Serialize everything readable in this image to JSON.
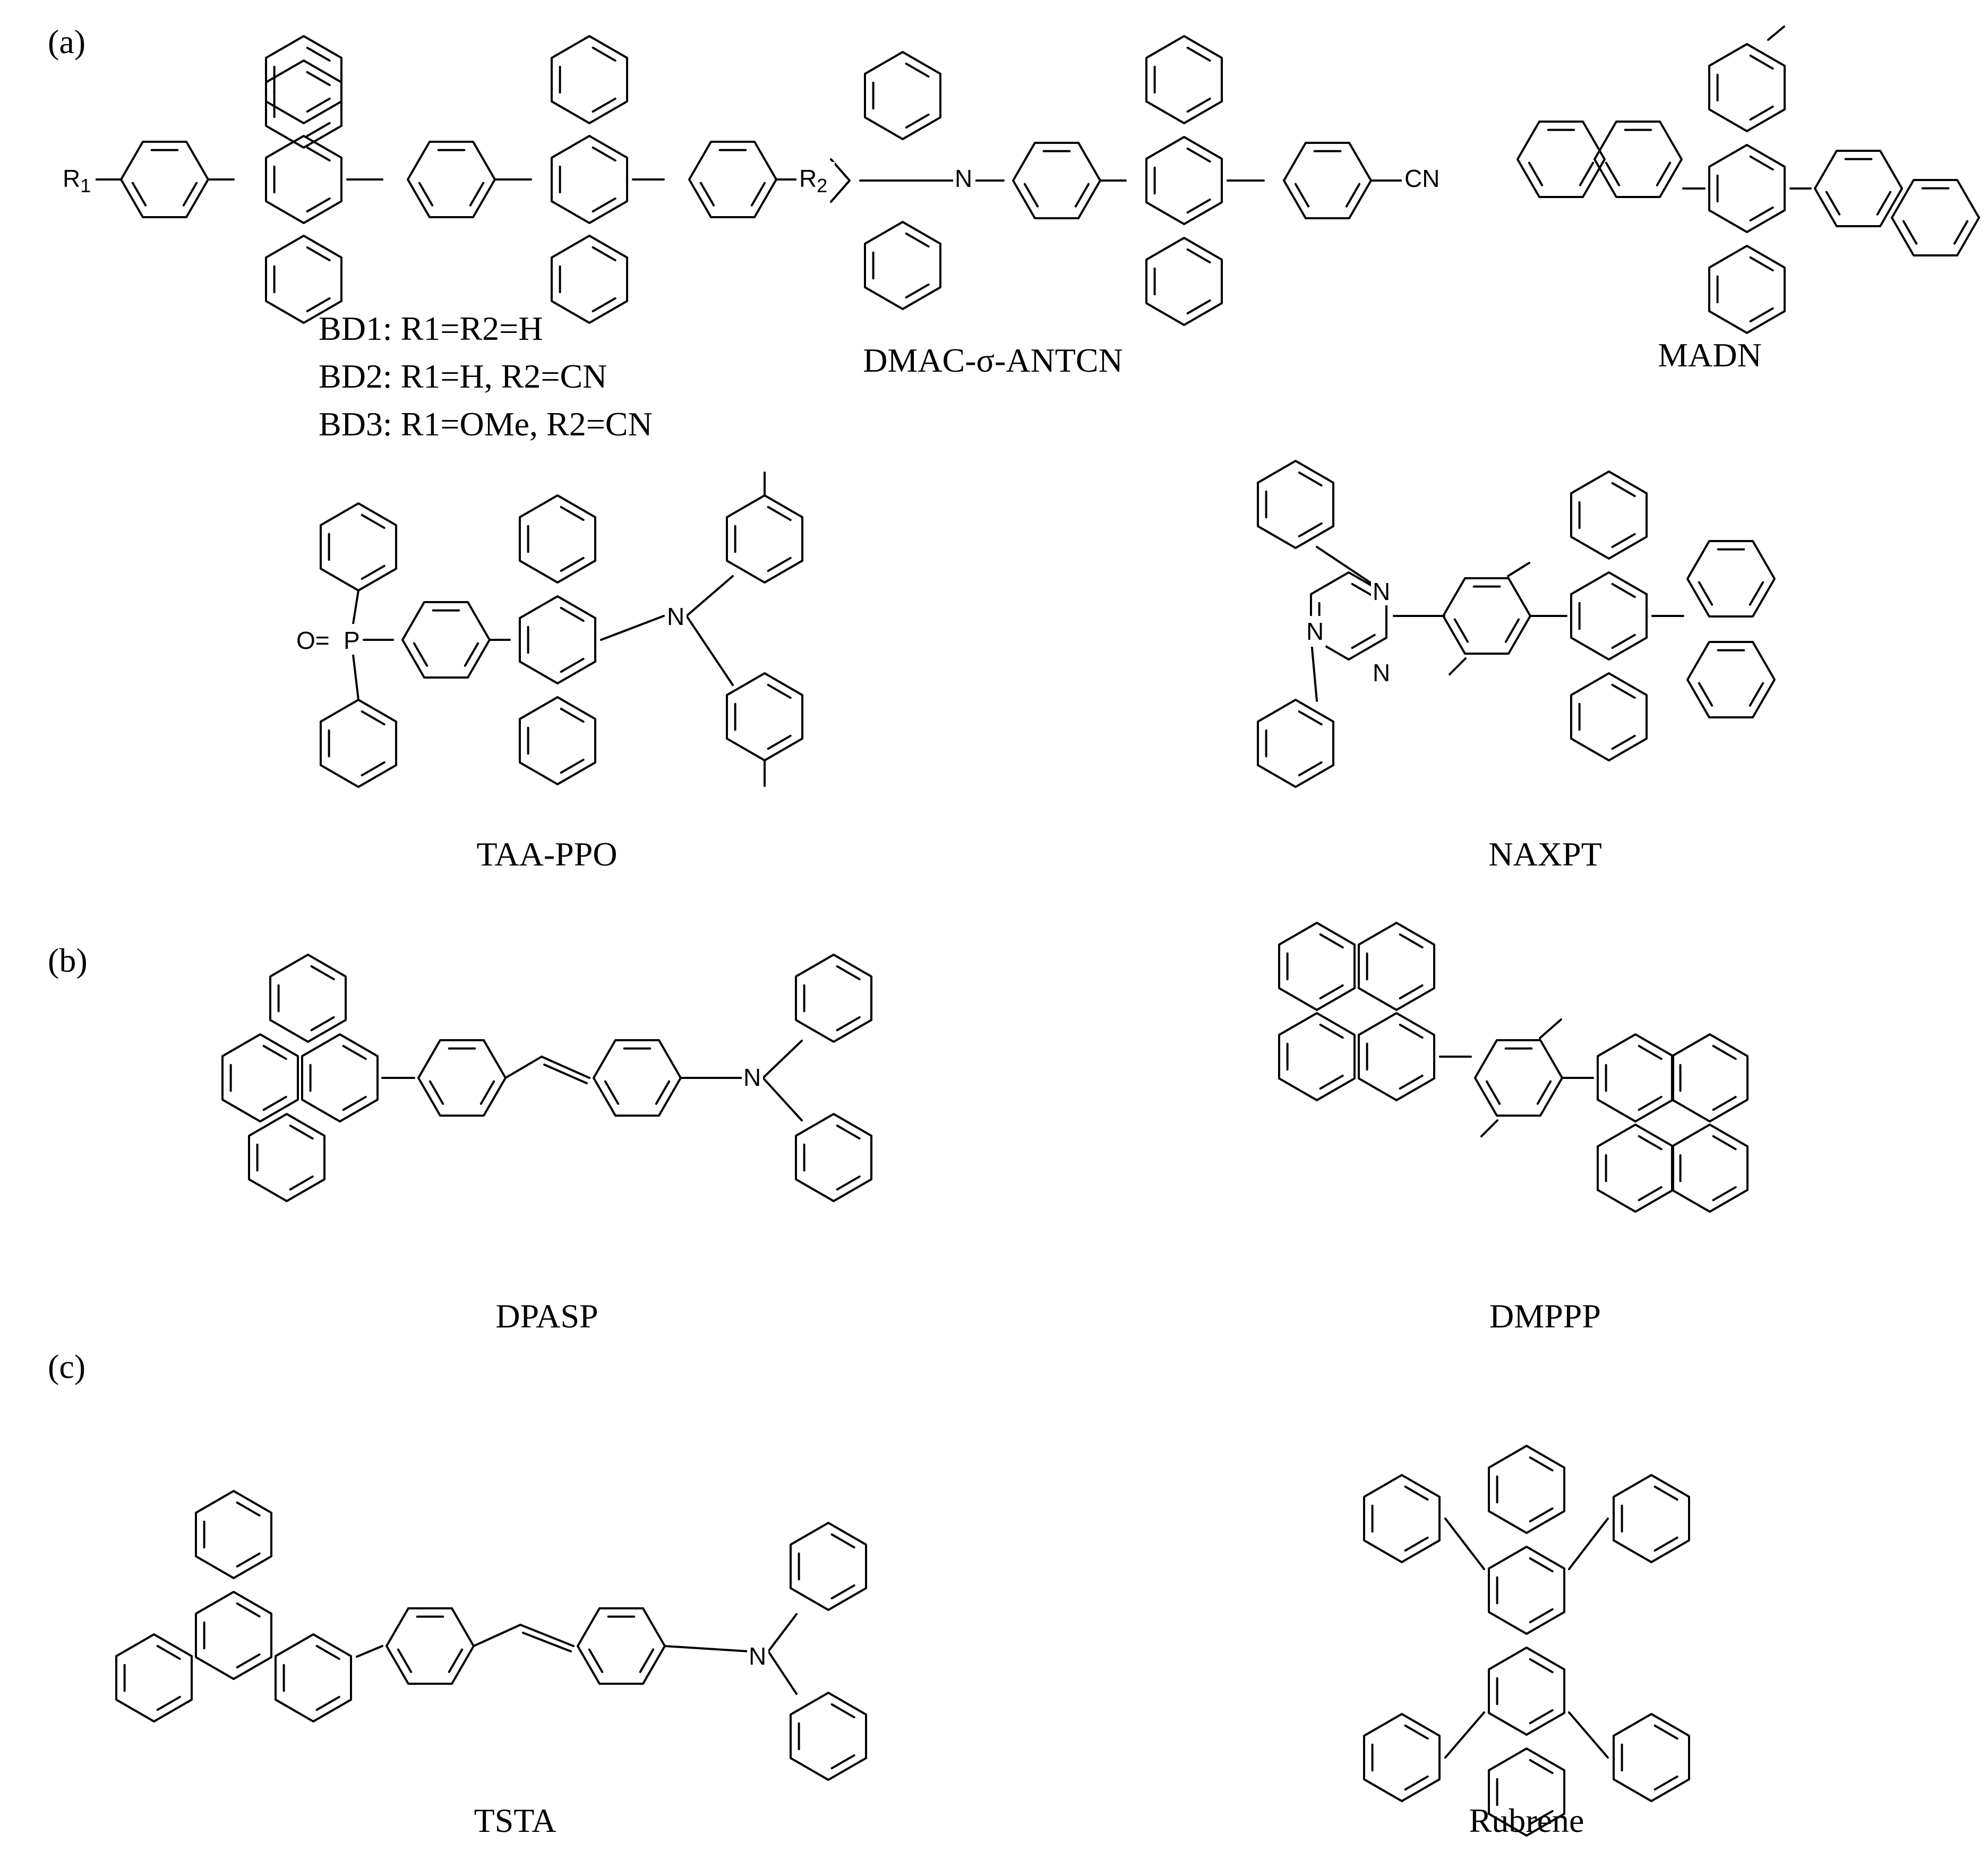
{
  "panels": [
    "(a)",
    "(b)",
    "(c)"
  ],
  "compounds": {
    "bd": {
      "lines": [
        "BD1: R1=R2=H",
        "BD2: R1=H, R2=CN",
        "BD3: R1=OMe, R2=CN"
      ]
    },
    "dmac": "DMAC-σ-ANTCN",
    "madn": "MADN",
    "taappo": "TAA-PPO",
    "naxpt": "NAXPT",
    "dpasp": "DPASP",
    "dmppp": "DMPPP",
    "tsta": "TSTA",
    "rubrene": "Rubrene"
  },
  "atoms": {
    "r1": "R",
    "r2": "R",
    "r1_sub": "1",
    "r2_sub": "2",
    "n": "N",
    "cn": "CN",
    "p": "P",
    "o": "O="
  }
}
